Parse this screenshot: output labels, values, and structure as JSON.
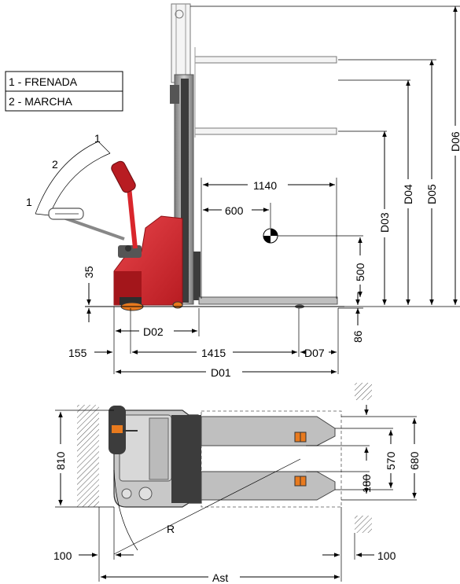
{
  "legend": {
    "items": [
      "1 - FRENADA",
      "2 - MARCHA"
    ]
  },
  "handle_arc": {
    "zone1_top": "1",
    "zone2": "2",
    "zone1_bottom": "1"
  },
  "side_view": {
    "dims": {
      "d1140": "1140",
      "d600": "600",
      "d500": "500",
      "d35": "35",
      "d86": "86",
      "D02": "D02",
      "d155": "155",
      "d1415": "1415",
      "D07": "D07",
      "D01": "D01",
      "D03": "D03",
      "D04": "D04",
      "D05": "D05",
      "D06": "D06"
    }
  },
  "top_view": {
    "dims": {
      "d810": "810",
      "d180": "180",
      "d570": "570",
      "d680": "680",
      "R": "R",
      "d100_left": "100",
      "d100_right": "100",
      "Ast": "Ast"
    }
  },
  "colors": {
    "body_red": "#d9262c",
    "dark_red": "#a3161b",
    "mast_gray": "#9a9a9a",
    "dark_gray": "#3c3c3c",
    "light_gray": "#c8c8c8",
    "fork_gray": "#bfbfbf",
    "orange": "#e87a1e",
    "hatch": "#555555"
  }
}
